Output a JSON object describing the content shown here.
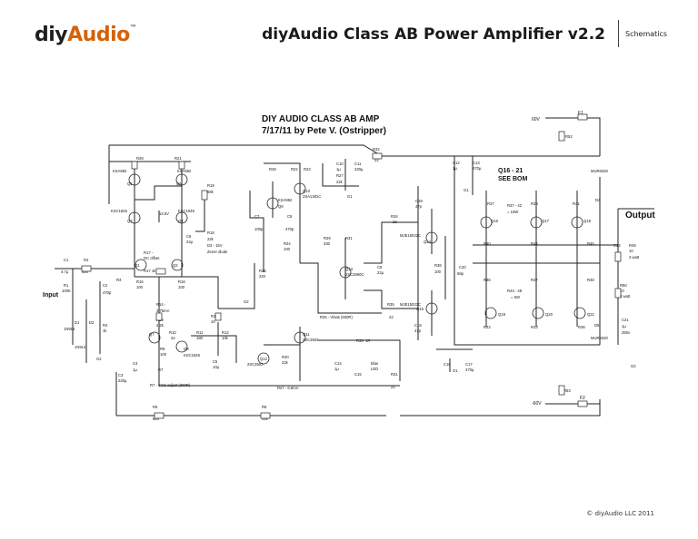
{
  "header": {
    "logo_a": "diy",
    "logo_b": "Audio",
    "logo_tm": "™",
    "title": "diyAudio Class AB Power Amplifier v2.2",
    "category": "Schematics"
  },
  "schematic": {
    "title_line1": "DIY AUDIO CLASS AB AMP",
    "title_line2": "7/17/11 by Pete V. (Ostripper)",
    "q16_21_note": "Q16 - 21",
    "see_bom": "SEE BOM",
    "output_label": "Output",
    "input_label": "Input",
    "supply_pos": "60V",
    "supply_neg": "-60V",
    "f1": "F1",
    "f2": "F2",
    "labels": {
      "r28": "R28",
      "q5": "Q5",
      "ksa992_1": "KSA992",
      "q6": "Q6",
      "r21": "R21",
      "ksa992_2": "KSA992",
      "ksc1845": "KSC1845",
      "q3": "Q3",
      "v135": "13.5V",
      "q4": "Q4",
      "ksc1845b": "KSC1845",
      "r19": "R19",
      "r19v": "68k",
      "r18": "R18",
      "r18v": "22k",
      "c6": "C6",
      "c6v": "22µ",
      "d3": "D3 - 15V",
      "zener": "Zener diode",
      "c1": "C1",
      "c1v": "4.7µ",
      "r2": "R2",
      "r2v": "620",
      "r1": "R1",
      "r1v": "100K",
      "c2": "C2",
      "r3": "R3",
      "r3v": "470p",
      "q1": "Q1",
      "q2": "Q2",
      "r17": "R17 -",
      "dcoffset": "DC offset",
      "r17v": "R17  1k",
      "r15": "R15",
      "r15v": "100",
      "r16": "R16",
      "r16v": "100",
      "r14": "R14 -",
      "r14v": "3.75mA",
      "r13": "R13",
      "r13v": "2.2k",
      "q7": "Q7",
      "r10": "R10",
      "r9": "R9",
      "r9v": "100",
      "q8": "Q8",
      "ksc1845c": "KSC1845",
      "r11": "R11",
      "r11v": "180",
      "r7": "R7",
      "r7note": "R7 - CCS adjust (390R)",
      "ksc1845d": "KSC1845",
      "d1": "D1",
      "d1v": "1N914",
      "d2": "D2",
      "d2v": "1N914",
      "r4": "R4",
      "r4v": "1k",
      "g2": "G2",
      "c3": "C3",
      "c3v": "220µ",
      "c4": "C4",
      "c4v": "1µ",
      "r5": "R5",
      "r5v": "620",
      "r6": "R6",
      "r6v": "22k",
      "r12": "R12",
      "r12v": "10k",
      "c5": "C5",
      "c5v": "10µ",
      "g2b": "G2",
      "ksa992_3": "KSA992",
      "q9": "Q9",
      "c7": "C7",
      "c7v": "100p",
      "c8": "C8",
      "c8v": "470p",
      "r24": "R24",
      "r24v": "100",
      "r25": "R25",
      "r25v": "220",
      "q10": "Q10",
      "sa1381": "2SA1381C",
      "r22": "R22",
      "r23": "R23",
      "c10": "C10",
      "c10v": "1µ",
      "c11": "C11",
      "c11v": "220µ",
      "g1": "G1",
      "r32": "R32",
      "r32v": "22",
      "r27": "R27",
      "r27v": "22k",
      "r26": "R26 - Vbias (500R)",
      "r27b": "R27 - 6.8mA",
      "q11": "Q11",
      "sc3503": "2SC3503",
      "q12": "Q12",
      "sc3503b": "2SC3503",
      "r30": "R30",
      "r30v": "22k",
      "r29": "R29",
      "r29v": "330",
      "q13": "Q13",
      "sc2690": "2SC2690C",
      "c9": "C9",
      "c9v": "22µ",
      "r31": "R31",
      "c14": "C14",
      "c14v": "1µ",
      "c15": "C15",
      "r33": "R33",
      "r33v": "1R",
      "led": "LED",
      "blue": "Blue",
      "r34": "R34",
      "r35": "R35",
      "r35v": "22",
      "r36": "R36",
      "r36v": "22",
      "r37": "R37",
      "c19": "C19",
      "c19v": "47p",
      "mje15032": "MJE15032C",
      "q14": "Q14",
      "r38": "R38",
      "r38v": "100",
      "c20": "C20",
      "c20v": "68p",
      "mje15033": "MJE15033C",
      "q15": "Q15",
      "c18": "C18",
      "c18v": "47p",
      "c12": "C12",
      "c12v": "1µ",
      "c13": "C13",
      "c13v": "470µ",
      "r51": "R51",
      "r51v": "22",
      "c16": "C16",
      "c17": "C17",
      "c17v": "470µ",
      "r37_42": "R37 - 42",
      "w10": "= 10W",
      "r43_48": "R43 - 48",
      "w5": "= 5W",
      "q16": "Q16",
      "q17": "Q17",
      "q18": "Q18",
      "q19": "Q19",
      "q20": "Q20",
      "q21": "Q21",
      "r39": "R39",
      "r40": "R40",
      "r41": "R41",
      "r42": "R42",
      "r43": "R43",
      "r44": "R44",
      "r45": "R45",
      "r46": "R46",
      "r47": "R47",
      "r48": "R48",
      "d4": "D4",
      "mur8320": "MUR8320",
      "d5": "D5",
      "mur8320b": "MUR8320",
      "r52": "R52",
      "c22": "C22",
      "r49": "R49",
      "r49v": "10",
      "w3a": "3 watt",
      "r50": "R50",
      "r50v": "10",
      "w3b": "3 watt",
      "c21": "C21",
      "c21v": "1µ",
      "c21w": "250v",
      "r53": "R53",
      "g1b": "G1",
      "g1c": "G1",
      "val22": "22",
      "val10": "10",
      "g2c": "G2"
    }
  },
  "footer": {
    "copyright": "©   diyAudio LLC 2011"
  }
}
